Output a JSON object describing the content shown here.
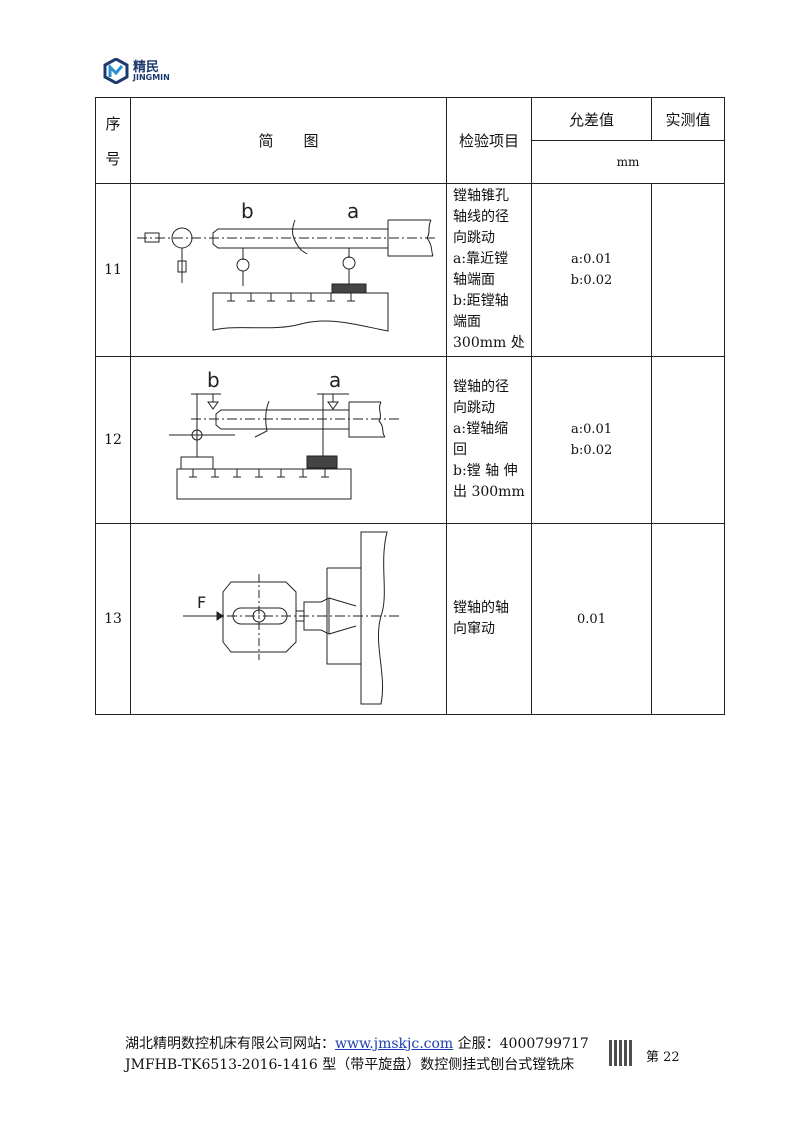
{
  "logo": {
    "cn": "精民",
    "en": "JINGMIN"
  },
  "table": {
    "headers": {
      "seq": "序号",
      "seq_top": "序",
      "seq_bottom": "号",
      "diagram": "简　　图",
      "item": "检验项目",
      "tolerance": "允差值",
      "measured": "实测值",
      "unit": "mm"
    },
    "rows": [
      {
        "no": "11",
        "item_lines": [
          "镗轴锥孔",
          "轴线的径",
          "向跳动",
          "a:靠近镗",
          "轴端面",
          "b:距镗轴",
          "端面",
          "300mm 处"
        ],
        "tolerance_lines": [
          "a:0.01",
          "b:0.02"
        ],
        "measured": "",
        "labels": {
          "b": "b",
          "a": "a"
        }
      },
      {
        "no": "12",
        "item_lines": [
          "镗轴的径",
          "向跳动",
          "a:镗轴缩",
          "回",
          "b:镗 轴 伸",
          "出 300mm"
        ],
        "tolerance_lines": [
          "a:0.01",
          "b:0.02"
        ],
        "measured": "",
        "labels": {
          "b": "b",
          "a": "a"
        }
      },
      {
        "no": "13",
        "item_lines": [
          "镗轴的轴",
          "向窜动"
        ],
        "tolerance_lines": [
          "0.01"
        ],
        "measured": "",
        "labels": {
          "f": "F"
        }
      }
    ]
  },
  "footer": {
    "line1_prefix": "湖北精明数控机床有限公司网站：",
    "website": "www.jmskjc.com",
    "line1_suffix": " 企服：4000799717",
    "line2": "JMFHB-TK6513-2016-1416 型（带平旋盘）数控侧挂式刨台式镗铣床",
    "page": "第 22"
  }
}
